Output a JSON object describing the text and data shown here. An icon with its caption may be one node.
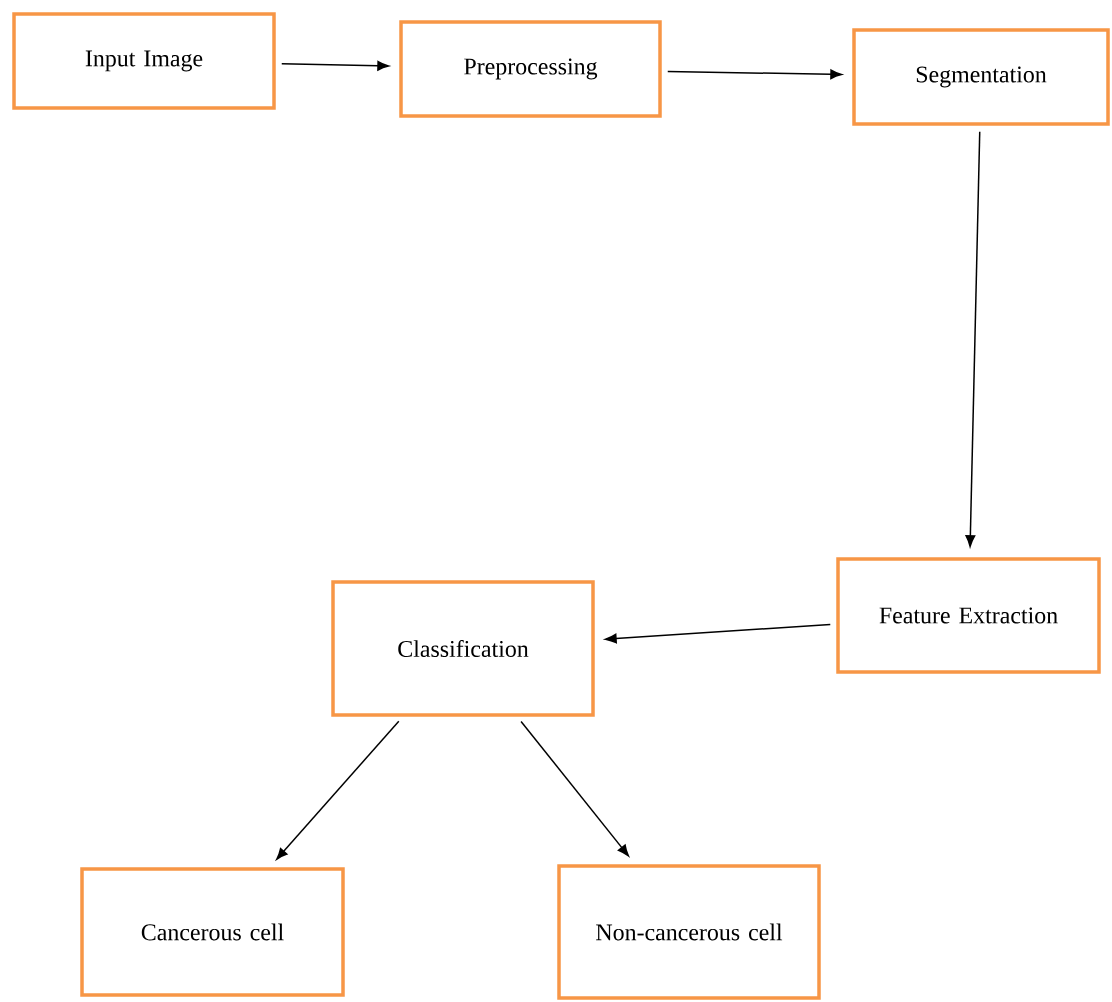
{
  "diagram": {
    "nodes": [
      {
        "text": [
          "Input Image"
        ]
      },
      {
        "text": [
          "Preprocessing"
        ]
      },
      {
        "text": [
          "Segmentation"
        ]
      },
      {
        "text": [
          "Feature Extraction"
        ]
      },
      {
        "text": [
          "Classification"
        ]
      },
      {
        "text": [
          "Cancerous cell"
        ]
      },
      {
        "text": [
          "Non-cancerous cell"
        ]
      }
    ],
    "edges": [
      {
        "from": 0,
        "to": 1,
        "arrow": "to"
      },
      {
        "from": 1,
        "to": 2,
        "arrow": "to"
      },
      {
        "from": 2,
        "to": 3,
        "arrow": "to"
      },
      {
        "from": 3,
        "to": 4,
        "arrow": "to"
      },
      {
        "from": 4,
        "to": 5,
        "arrow": "to"
      },
      {
        "from": 4,
        "to": 6,
        "arrow": "to"
      }
    ]
  }
}
